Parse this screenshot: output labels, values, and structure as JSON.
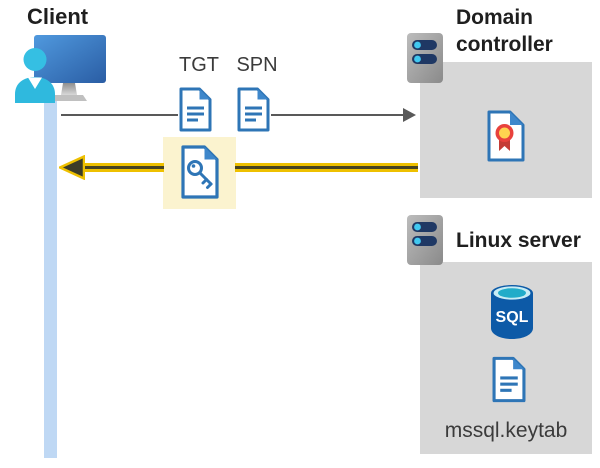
{
  "client": {
    "label": "Client"
  },
  "tickets": {
    "tgt": "TGT",
    "spn": "SPN"
  },
  "domain_controller": {
    "label": "Domain controller"
  },
  "linux_server": {
    "label": "Linux server",
    "sql_text": "SQL",
    "keytab_file": "mssql.keytab"
  },
  "colors": {
    "document_blue": "#2e75b6",
    "fold_blue": "#3e87cb",
    "arrow_gray": "#595959",
    "return_arrow_gold": "#eec000",
    "return_arrow_core": "#474320",
    "highlight_yellow": "#fbf3cf",
    "container_gray": "#d7d7d7",
    "lifeline_blue": "#bfd8f4",
    "person_cyan": "#35bfe3",
    "monitor_blue_top": "#5099de",
    "monitor_blue_bottom": "#2a5da4",
    "server_body_gray": "#a9a9a9",
    "server_slot_navy": "#1f3864",
    "server_led_cyan": "#41c8f0",
    "sql_body_blue": "#0d5aa7",
    "sql_top_cyan": "#21acc9",
    "certificate_seal_yellow": "#ffd450",
    "certificate_ribbon_red": "#c43c35"
  }
}
